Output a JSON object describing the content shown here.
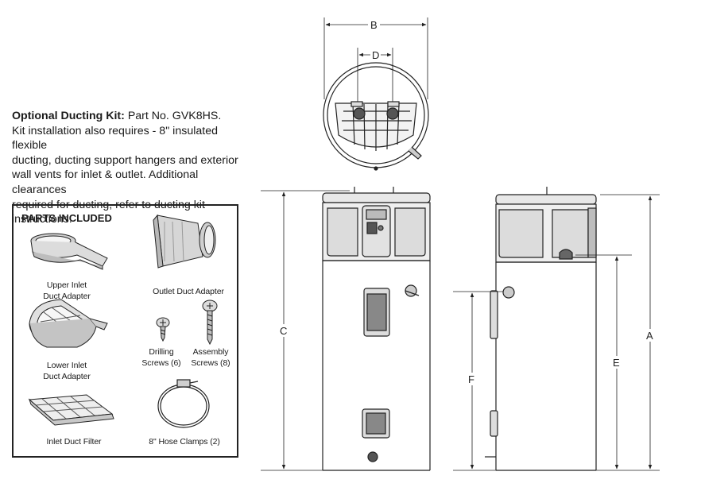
{
  "kit": {
    "title": "Optional Ducting Kit:",
    "part_no": "Part No. GVK8HS.",
    "lines": [
      "Kit installation also requires - 8\" insulated flexible",
      "ducting, ducting support hangers and exterior",
      "wall vents for inlet & outlet. Additional clearances",
      "required for ducting, refer to ducting kit",
      "instructions."
    ]
  },
  "parts": {
    "title": "PARTS INCLUDED",
    "upper_inlet_1": "Upper Inlet",
    "upper_inlet_2": "Duct Adapter",
    "outlet": "Outlet Duct Adapter",
    "lower_inlet_1": "Lower Inlet",
    "lower_inlet_2": "Duct Adapter",
    "drilling_1": "Drilling",
    "drilling_2": "Screws (6)",
    "assembly_1": "Assembly",
    "assembly_2": "Screws (8)",
    "filter": "Inlet Duct Filter",
    "clamps": "8\" Hose Clamps (2)"
  },
  "dimensions": {
    "A": "A",
    "B": "B",
    "C": "C",
    "D": "D",
    "E": "E",
    "F": "F"
  }
}
